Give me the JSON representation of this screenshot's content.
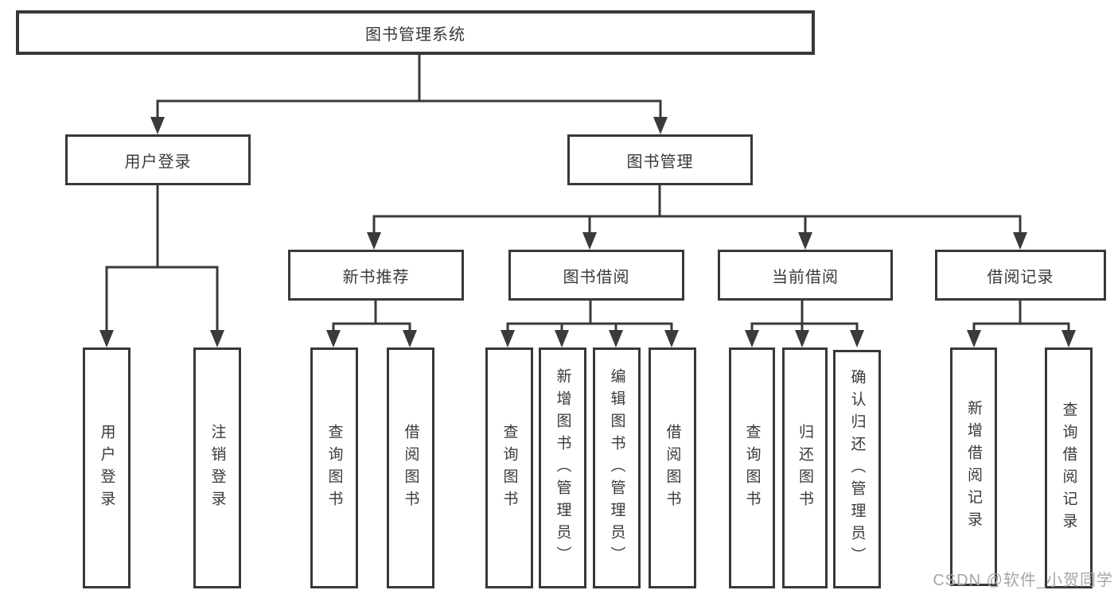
{
  "root": {
    "label": "图书管理系统"
  },
  "user_login": {
    "label": "用户登录",
    "children": [
      {
        "label": "用户登录"
      },
      {
        "label": "注销登录"
      }
    ]
  },
  "book_mgmt": {
    "label": "图书管理",
    "sections": [
      {
        "label": "新书推荐",
        "children": [
          {
            "label": "查询图书"
          },
          {
            "label": "借阅图书"
          }
        ]
      },
      {
        "label": "图书借阅",
        "children": [
          {
            "label": "查询图书"
          },
          {
            "label": "新增图书（管理员）"
          },
          {
            "label": "编辑图书（管理员）"
          },
          {
            "label": "借阅图书"
          }
        ]
      },
      {
        "label": "当前借阅",
        "children": [
          {
            "label": "查询图书"
          },
          {
            "label": "归还图书"
          },
          {
            "label": "确认归还（管理员）"
          }
        ]
      },
      {
        "label": "借阅记录",
        "children": [
          {
            "label": "新增借阅记录"
          },
          {
            "label": "查询借阅记录"
          }
        ]
      }
    ]
  },
  "watermark": {
    "text": "CSDN @软件_小贺同学"
  },
  "colors": {
    "line": "#3a3a3a",
    "box_border": "#383838",
    "text": "#3a3a3a",
    "watermark": "#a6a6a6",
    "background": "#ffffff"
  }
}
